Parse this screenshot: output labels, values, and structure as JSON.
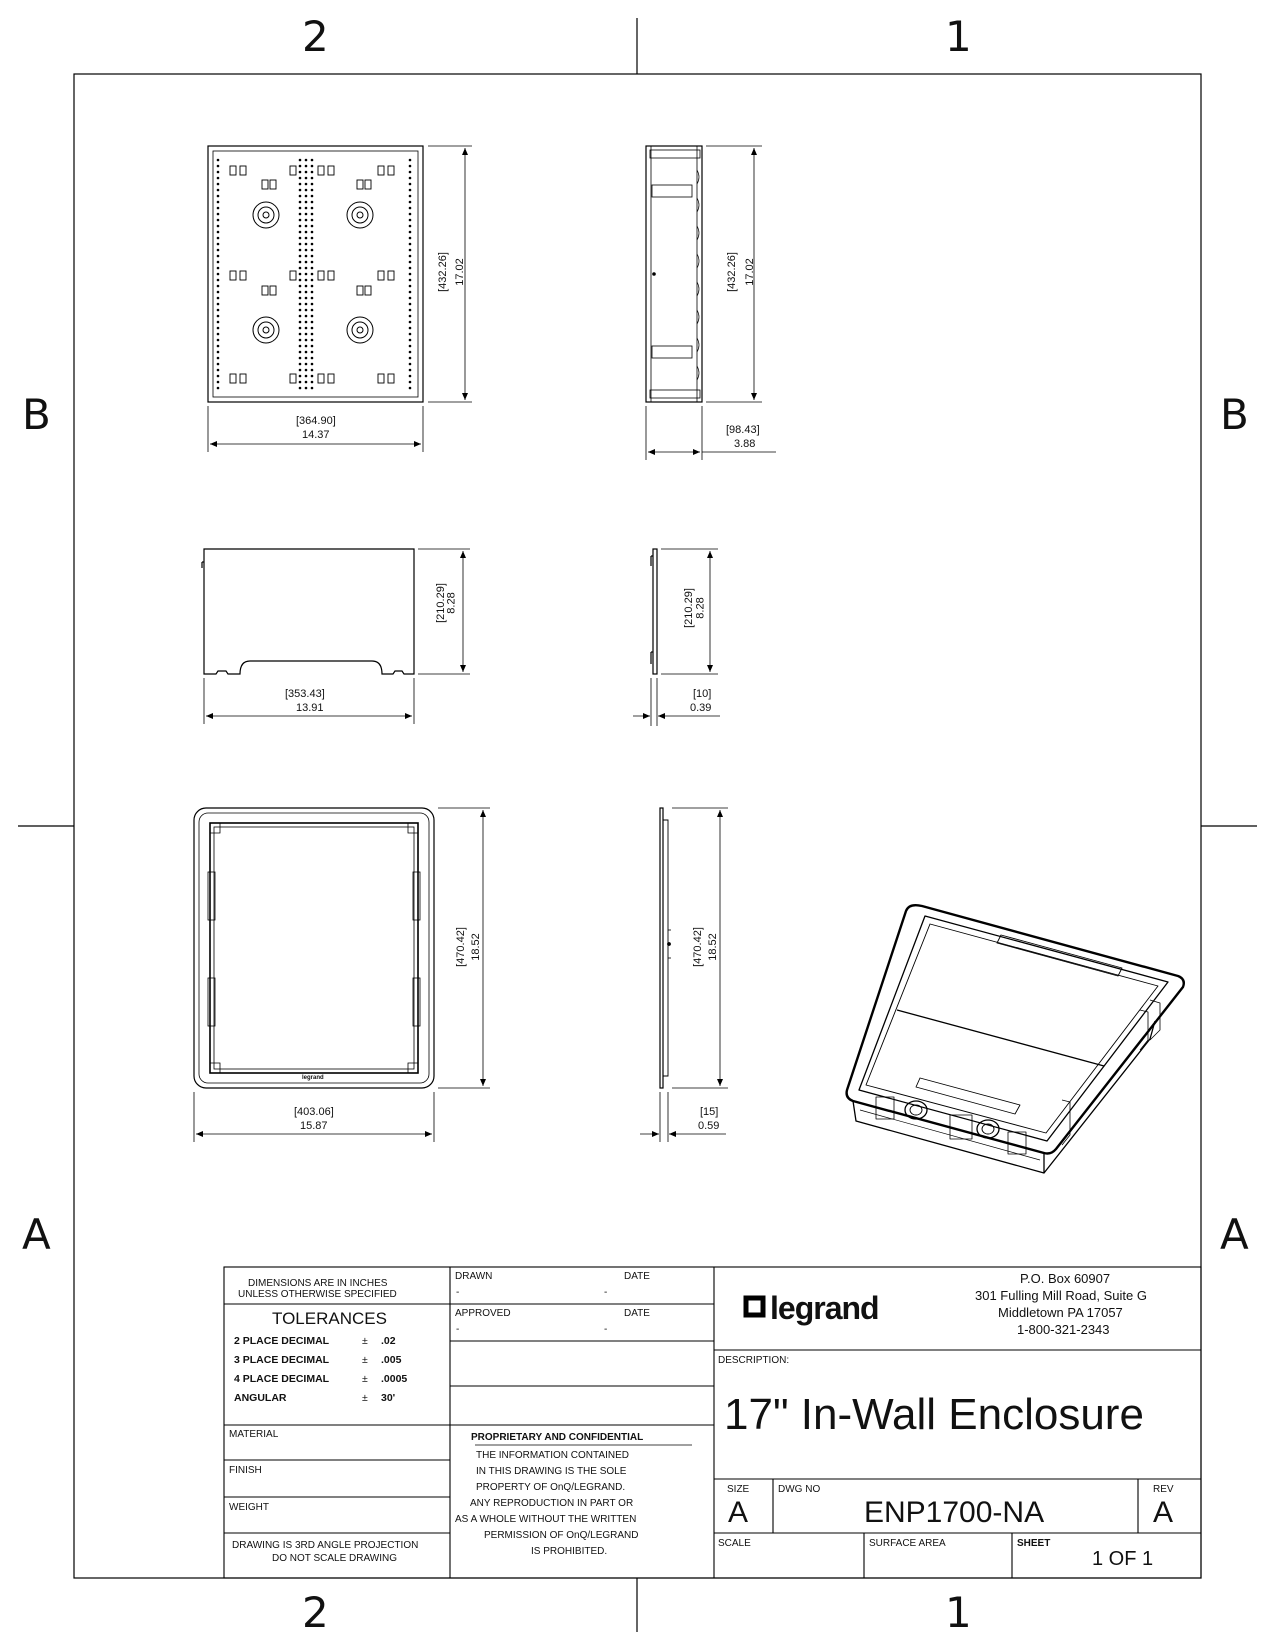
{
  "zones": {
    "top_left": "2",
    "top_right": "1",
    "bottom_left": "2",
    "bottom_right": "1",
    "left_upper": "B",
    "right_upper": "B",
    "left_lower": "A",
    "right_lower": "A"
  },
  "dimensions": {
    "enclosure_front": {
      "width_mm": "[364.90]",
      "width_in": "14.37",
      "height_mm": "[432.26]",
      "height_in": "17.02"
    },
    "enclosure_side": {
      "height_mm": "[432.26]",
      "height_in": "17.02",
      "depth_mm": "[98.43]",
      "depth_in": "3.88"
    },
    "cover_front": {
      "width_mm": "[353.43]",
      "width_in": "13.91",
      "height_mm": "[210.29]",
      "height_in": "8.28"
    },
    "cover_side": {
      "height_mm": "[210.29]",
      "height_in": "8.28",
      "depth_mm": "[10]",
      "depth_in": "0.39"
    },
    "trim_front": {
      "width_mm": "[403.06]",
      "width_in": "15.87",
      "height_mm": "[470.42]",
      "height_in": "18.52",
      "logo": "legrand"
    },
    "trim_side": {
      "height_mm": "[470.42]",
      "height_in": "18.52",
      "depth_mm": "[15]",
      "depth_in": "0.59"
    }
  },
  "title_block": {
    "units_note_1": "DIMENSIONS ARE IN INCHES",
    "units_note_2": "UNLESS OTHERWISE SPECIFIED",
    "tolerances_title": "TOLERANCES",
    "tolerances": [
      {
        "label": "2 PLACE DECIMAL",
        "sign": "±",
        "value": ".02"
      },
      {
        "label": "3 PLACE DECIMAL",
        "sign": "±",
        "value": ".005"
      },
      {
        "label": "4 PLACE DECIMAL",
        "sign": "±",
        "value": ".0005"
      },
      {
        "label": "ANGULAR",
        "sign": "±",
        "value": "30'"
      }
    ],
    "material_label": "MATERIAL",
    "finish_label": "FINISH",
    "weight_label": "WEIGHT",
    "projection_1": "DRAWING IS 3RD ANGLE PROJECTION",
    "projection_2": "DO  NOT  SCALE  DRAWING",
    "drawn_label": "DRAWN",
    "drawn_value": "-",
    "drawn_date_label": "DATE",
    "drawn_date_value": "-",
    "approved_label": "APPROVED",
    "approved_value": "-",
    "approved_date_label": "DATE",
    "approved_date_value": "-",
    "proprietary_title": "PROPRIETARY AND CONFIDENTIAL",
    "proprietary_lines": [
      "THE INFORMATION CONTAINED",
      "IN THIS DRAWING IS THE SOLE",
      "PROPERTY OF OnQ/LEGRAND.",
      "ANY REPRODUCTION IN PART OR",
      "AS A WHOLE WITHOUT THE WRITTEN",
      "PERMISSION OF OnQ/LEGRAND",
      "IS PROHIBITED."
    ],
    "company_logo": "legrand",
    "address": [
      "P.O. Box 60907",
      "301 Fulling Mill Road, Suite G",
      "Middletown PA 17057",
      "1-800-321-2343"
    ],
    "description_label": "DESCRIPTION:",
    "description": "17\" In-Wall Enclosure",
    "size_label": "SIZE",
    "size_value": "A",
    "dwg_no_label": "DWG  NO",
    "dwg_no_value": "ENP1700-NA",
    "rev_label": "REV",
    "rev_value": "A",
    "scale_label": "SCALE",
    "surface_area_label": "SURFACE AREA",
    "sheet_label": "SHEET",
    "sheet_value": "1 OF 1"
  }
}
